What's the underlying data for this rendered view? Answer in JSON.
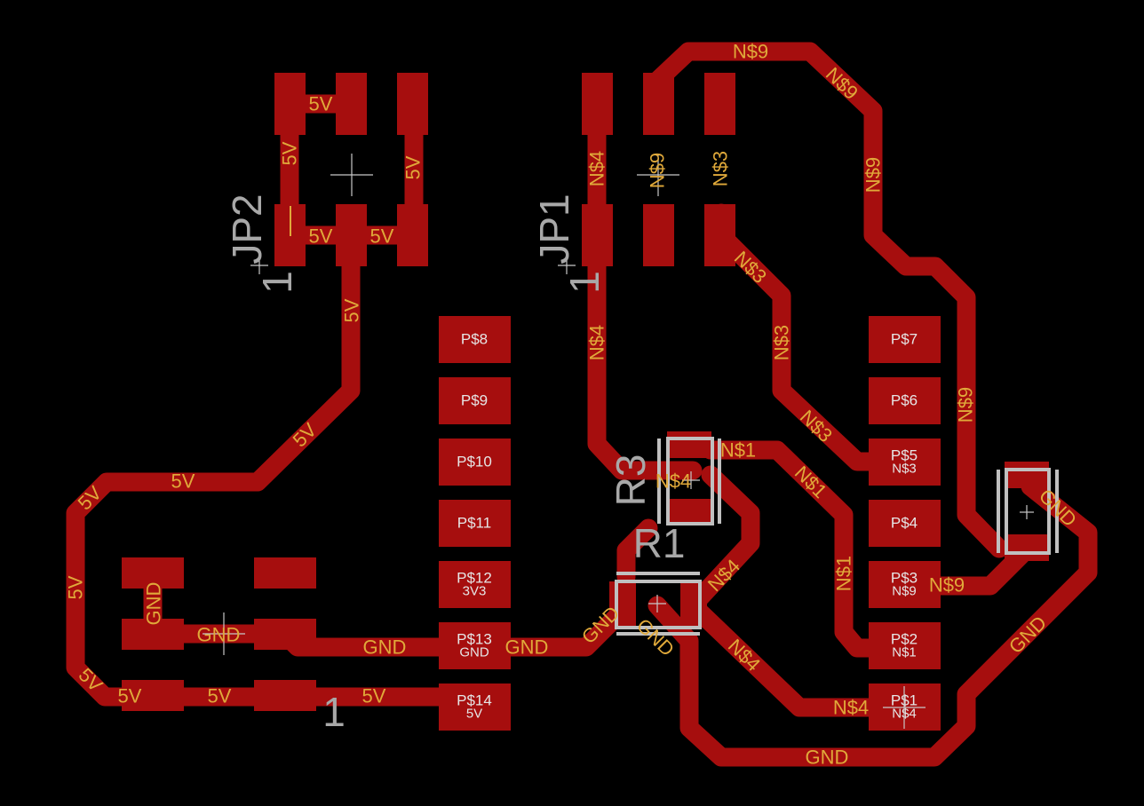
{
  "nets": {
    "v5": "5V",
    "gnd": "GND",
    "n1": "N$1",
    "n3": "N$3",
    "n4": "N$4",
    "n9": "N$9"
  },
  "components": {
    "jp2": "JP2",
    "jp1": "JP1",
    "r3": "R3",
    "r1": "R1",
    "pin1": "1"
  },
  "pads": [
    {
      "name": "P$8",
      "net": ""
    },
    {
      "name": "P$9",
      "net": ""
    },
    {
      "name": "P$10",
      "net": ""
    },
    {
      "name": "P$11",
      "net": ""
    },
    {
      "name": "P$12",
      "net": "3V3"
    },
    {
      "name": "P$13",
      "net": "GND"
    },
    {
      "name": "P$14",
      "net": "5V"
    },
    {
      "name": "P$7",
      "net": ""
    },
    {
      "name": "P$6",
      "net": ""
    },
    {
      "name": "P$5",
      "net": "N$3"
    },
    {
      "name": "P$4",
      "net": ""
    },
    {
      "name": "P$3",
      "net": "N$9"
    },
    {
      "name": "P$2",
      "net": "N$1"
    },
    {
      "name": "P$1",
      "net": "N$4"
    }
  ],
  "colors": {
    "background": "#000000",
    "copper": "#a60e0e",
    "net_label": "#e0a93a",
    "silkscreen": "#a8a8a8",
    "pad_label": "#e6e6e6"
  }
}
